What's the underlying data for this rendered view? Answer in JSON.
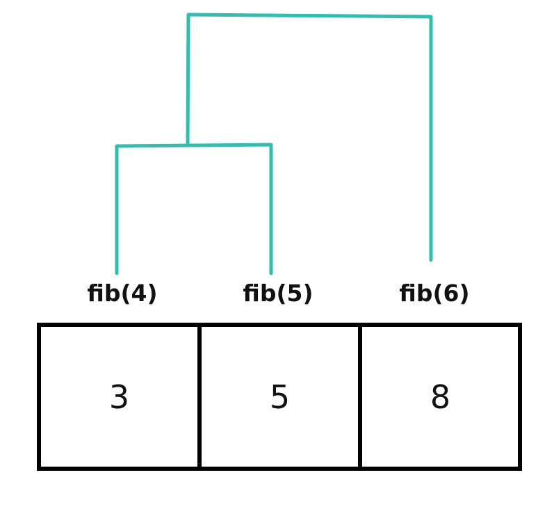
{
  "colors": {
    "tree_line": "#2ebfb0",
    "box_border": "#000000",
    "text": "#111111"
  },
  "labels": [
    "fib(4)",
    "fib(5)",
    "fib(6)"
  ],
  "values": [
    "3",
    "5",
    "8"
  ]
}
